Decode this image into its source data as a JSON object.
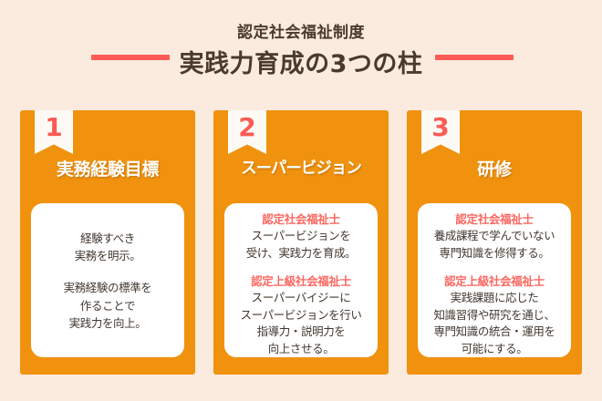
{
  "theme": {
    "background": "#fbeade",
    "card": "#f0920e",
    "accent_red": "#fb5b54",
    "heading_text": "#4b3a2c",
    "panel": "#ffffff",
    "body_text": "#41372f"
  },
  "header": {
    "subtitle": "認定社会福祉制度",
    "title": "実践力育成の3つの柱"
  },
  "cards": [
    {
      "number": "1",
      "title": "実務経験目標",
      "blocks": [
        {
          "head": "",
          "body": "経験すべき\n実務を明示。"
        },
        {
          "head": "",
          "body": "実務経験の標準を\n作ることで\n実践力を向上。"
        }
      ]
    },
    {
      "number": "2",
      "title": "スーパービジョン",
      "blocks": [
        {
          "head": "認定社会福祉士",
          "body": "スーパービジョンを\n受け、実践力を育成。"
        },
        {
          "head": "認定上級社会福祉士",
          "body": "スーパーバイジーに\nスーパービジョンを行い\n指導力・説明力を\n向上させる。"
        }
      ]
    },
    {
      "number": "3",
      "title": "研修",
      "blocks": [
        {
          "head": "認定社会福祉士",
          "body": "養成課程で学んでいない\n専門知識を修得する。"
        },
        {
          "head": "認定上級社会福祉士",
          "body": "実践課題に応じた\n知識習得や研究を通じ、\n専門知識の統合・運用を\n可能にする。"
        }
      ]
    }
  ]
}
